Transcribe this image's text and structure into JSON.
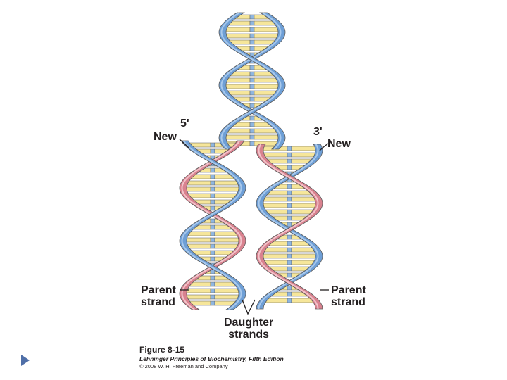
{
  "labels": {
    "five_prime": "5'",
    "new_left": "New",
    "three_prime": "3'",
    "new_right": "New",
    "parent_left": "Parent\nstrand",
    "parent_right": "Parent\nstrand",
    "daughter": "Daughter\nstrands"
  },
  "caption": {
    "figure": "Figure 8-15",
    "book": "Lehninger Principles of Biochemistry, Fifth Edition",
    "copyright": "© 2008 W. H. Freeman and Company"
  },
  "colors": {
    "parent_strand": "#6e9fd6",
    "parent_strand_light": "#a9c9ec",
    "new_strand": "#d9828f",
    "new_strand_light": "#f2c4cb",
    "base_yellow": "#f6e69a",
    "base_blue": "#8fb6e0",
    "outline": "#5a5a5a",
    "accent": "#4f6fa8"
  }
}
